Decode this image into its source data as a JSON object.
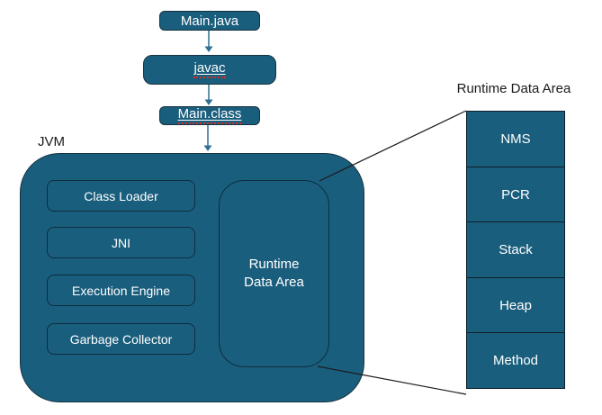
{
  "palette": {
    "background": "#ffffff",
    "shape_fill": "#1A5E7D",
    "shape_border": "#16323F",
    "inner_border": "#0E2D3D",
    "stack_border": "#0D1F29",
    "connector": "#1A1A1A",
    "arrow": "#2F7093",
    "text_light": "#FFFFFF",
    "text_dark": "#1A1A1A",
    "spellcheck_red": "#D93025"
  },
  "flow": {
    "main_java": "Main.java",
    "javac": "javac",
    "main_class": "Main.class"
  },
  "jvm": {
    "label": "JVM",
    "components": [
      "Class Loader",
      "JNI",
      "Execution Engine",
      "Garbage Collector"
    ],
    "runtime_area_line1": "Runtime",
    "runtime_area_line2": "Data Area"
  },
  "runtime_detail": {
    "title": "Runtime Data Area",
    "segments": [
      "NMS",
      "PCR",
      "Stack",
      "Heap",
      "Method"
    ]
  }
}
